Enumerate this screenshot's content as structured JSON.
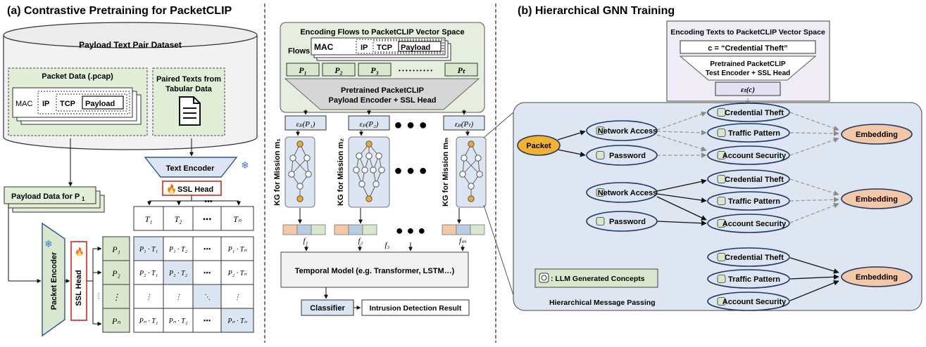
{
  "panel_a": {
    "title": "(a) Contrastive Pretraining for PacketCLIP",
    "dataset_title": "Payload Text Pair Dataset",
    "packet_box_title": "Packet Data (.pcap)",
    "packet_layers": [
      "MAC",
      "IP",
      "TCP",
      "Payload"
    ],
    "paired_texts_title_1": "Paired Texts from",
    "paired_texts_title_2": "Tabular Data",
    "text_encoder": "Text Encoder",
    "ssl_head": "SSL Head",
    "payload_data_label": "Payload Data for P",
    "payload_data_sub": "1",
    "packet_encoder": "Packet Encoder",
    "ssl_head_vertical": "SSL Head",
    "column_headers": [
      "T₁",
      "T₂",
      "•••",
      "Tₙ"
    ],
    "row_headers": [
      "P₁",
      "P₂",
      "⋮",
      "Pₙ"
    ],
    "matrix": [
      [
        "P₁ · T₁",
        "P₁ · T₂",
        "•••",
        "P₁ · Tₙ"
      ],
      [
        "P₂ · T₁",
        "P₂ · T₂",
        "•••",
        "P₂ · Tₙ"
      ],
      [
        "⋮",
        "⋮",
        "⋱",
        "⋮"
      ],
      [
        "Pₙ · T₁",
        "Pₙ · T₂",
        "•••",
        "Pₙ · Tₙ"
      ]
    ],
    "dots_top": "•••",
    "dots_side": "•\n•\n•"
  },
  "panel_mid": {
    "encoding_flows_title": "Encoding Flows to PacketCLIP Vector Space",
    "flows_label": "Flows",
    "flow_layers": [
      "MAC",
      "IP",
      "TCP",
      "Payload"
    ],
    "packets": [
      "P₁",
      "P₂",
      "P₃",
      "Pₜ"
    ],
    "packet_dots": "• • • • • • • • • •",
    "payload_encoder_1": "Pretrained PacketCLIP",
    "payload_encoder_2": "Payload Encoder + SSL Head",
    "embeddings": [
      "εₚ(P₁)",
      "εₚ(P₂)",
      "εₚ(Pₜ)"
    ],
    "big_dots": "● ● ●",
    "kg_labels": [
      "KG for Mission m₁",
      "KG for Mission m₂",
      "KG for Mission mₘ"
    ],
    "f_labels": [
      "f₁",
      "f₂",
      "f₃",
      "fₘ"
    ],
    "temporal_model": "Temporal Model (e.g. Transformer, LSTM…)",
    "classifier": "Classifier",
    "result": "Intrusion Detection Result"
  },
  "panel_b": {
    "title": "(b) Hierarchical GNN Training",
    "text_encoding_title": "Encoding Texts to PacketCLIP Vector Space",
    "c_value": "c = “Credential Theft”",
    "text_encoder_1": "Pretrained PacketCLIP",
    "text_encoder_2": "Test Encoder + SSL Head",
    "text_embedding": "εₜ(c)",
    "packet": "Packet",
    "network_access": "Network Access",
    "password": "Password",
    "credential_theft": "Credential Theft",
    "traffic_pattern": "Traffic Pattern",
    "account_security": "Account Security",
    "embedding": "Embedding",
    "legend": ": LLM Generated Concepts",
    "message_passing": "Hierarchical Message Passing"
  },
  "colors": {
    "green_fill": "#d9e8cc",
    "blue_fill": "#dce6f2",
    "node_fill": "#dce6f2",
    "orange_node": "#f5b32c",
    "embedding_fill": "#f4c7a6",
    "red": "#d62a1e",
    "dark_navy": "#1f3864",
    "purple_fill": "#ede7f6"
  }
}
